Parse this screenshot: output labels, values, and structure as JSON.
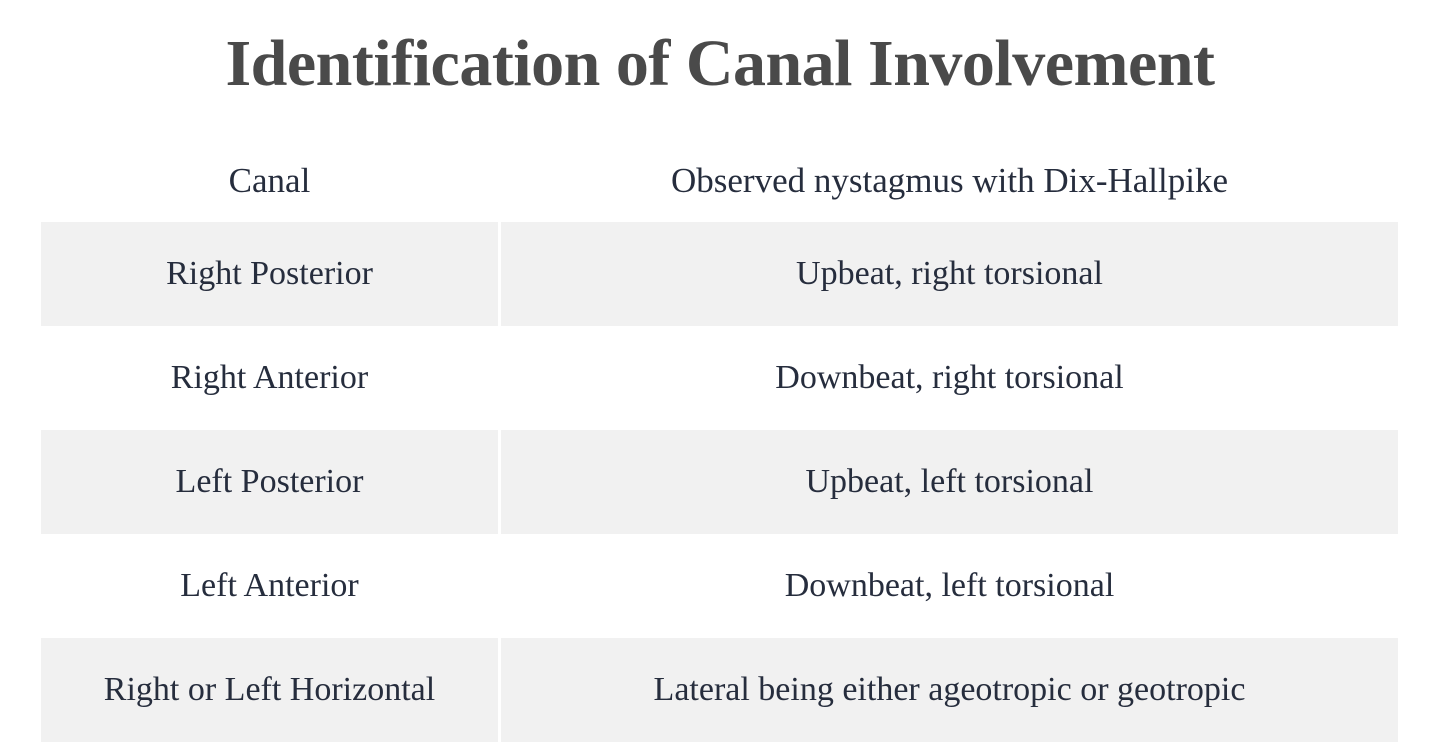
{
  "slide": {
    "title": "Identification of Canal Involvement",
    "background_color": "#ffffff",
    "title_color": "#4a4a4a",
    "body_text_color": "#262d3d",
    "row_shaded_color": "#f1f1f1",
    "row_plain_color": "#ffffff"
  },
  "table": {
    "columns": [
      {
        "key": "canal",
        "header": "Canal"
      },
      {
        "key": "nystagmus",
        "header": "Observed nystagmus with Dix-Hallpike"
      }
    ],
    "rows": [
      {
        "canal": "Right Posterior",
        "nystagmus": "Upbeat, right torsional",
        "shaded": true
      },
      {
        "canal": "Right Anterior",
        "nystagmus": "Downbeat, right torsional",
        "shaded": false
      },
      {
        "canal": "Left Posterior",
        "nystagmus": "Upbeat, left torsional",
        "shaded": true
      },
      {
        "canal": "Left Anterior",
        "nystagmus": "Downbeat, left torsional",
        "shaded": false
      },
      {
        "canal": "Right or Left Horizontal",
        "nystagmus": "Lateral being either ageotropic or geotropic",
        "shaded": true
      }
    ]
  }
}
